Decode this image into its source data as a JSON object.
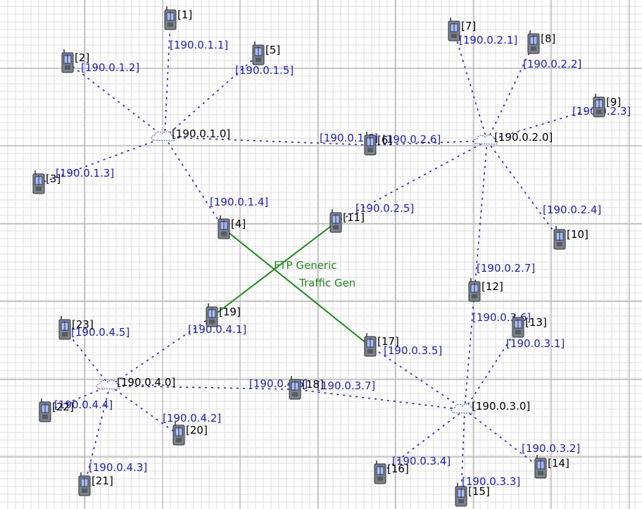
{
  "colors": {
    "background": "#ffffff",
    "grid_minor": "#dcdcdc",
    "grid_major": "#b8b8b8",
    "wireless_link": "#1c1cd6",
    "ip_label": "#1c1cd6",
    "traffic_link": "#1b8a1b",
    "node_label": "#000000"
  },
  "traffic": {
    "label_line1": "FTP Generic",
    "label_line2": "Traffic Gen",
    "flows": [
      {
        "from": "4",
        "to": "17"
      },
      {
        "from": "19",
        "to": "11"
      }
    ]
  },
  "networks": [
    {
      "id": "net1",
      "label": "[190.0.1.0]"
    },
    {
      "id": "net2",
      "label": "[190.0.2.0]"
    },
    {
      "id": "net3",
      "label": "[190.0.3.0]"
    },
    {
      "id": "net4",
      "label": "[190.0.4.0]"
    }
  ],
  "nodes": [
    {
      "id": "1",
      "label": "[1]"
    },
    {
      "id": "2",
      "label": "[2]"
    },
    {
      "id": "3",
      "label": "[3]"
    },
    {
      "id": "4",
      "label": "[4]"
    },
    {
      "id": "5",
      "label": "[5]"
    },
    {
      "id": "6",
      "label": "[6]"
    },
    {
      "id": "7",
      "label": "[7]"
    },
    {
      "id": "8",
      "label": "[8]"
    },
    {
      "id": "9",
      "label": "[9]"
    },
    {
      "id": "10",
      "label": "[10]"
    },
    {
      "id": "11",
      "label": "[11]"
    },
    {
      "id": "12",
      "label": "[12]"
    },
    {
      "id": "13",
      "label": "[13]"
    },
    {
      "id": "14",
      "label": "[14]"
    },
    {
      "id": "15",
      "label": "[15]"
    },
    {
      "id": "16",
      "label": "[16]"
    },
    {
      "id": "17",
      "label": "[17]"
    },
    {
      "id": "18",
      "label": "[18]"
    },
    {
      "id": "19",
      "label": "[19]"
    },
    {
      "id": "20",
      "label": "[20]"
    },
    {
      "id": "21",
      "label": "[21]"
    },
    {
      "id": "22",
      "label": "[22]"
    },
    {
      "id": "23",
      "label": "[23]"
    }
  ],
  "links": [
    {
      "net": "net1",
      "node": "1",
      "ip": "[190.0.1.1]"
    },
    {
      "net": "net1",
      "node": "2",
      "ip": "[190.0.1.2]"
    },
    {
      "net": "net1",
      "node": "3",
      "ip": "[190.0.1.3]"
    },
    {
      "net": "net1",
      "node": "4",
      "ip": "[190.0.1.4]"
    },
    {
      "net": "net1",
      "node": "5",
      "ip": "[190.0.1.5]"
    },
    {
      "net": "net1",
      "node": "6",
      "ip": "[190.0.1.6]"
    },
    {
      "net": "net2",
      "node": "7",
      "ip": "[190.0.2.1]"
    },
    {
      "net": "net2",
      "node": "8",
      "ip": "[190.0.2.2]"
    },
    {
      "net": "net2",
      "node": "9",
      "ip": "[190.0.2.3]"
    },
    {
      "net": "net2",
      "node": "10",
      "ip": "[190.0.2.4]"
    },
    {
      "net": "net2",
      "node": "11",
      "ip": "[190.0.2.5]"
    },
    {
      "net": "net2",
      "node": "6",
      "ip": "[190.0.2.6]"
    },
    {
      "net": "net2",
      "node": "12",
      "ip": "[190.0.2.7]"
    },
    {
      "net": "net3",
      "node": "13",
      "ip": "[190.0.3.1]"
    },
    {
      "net": "net3",
      "node": "14",
      "ip": "[190.0.3.2]"
    },
    {
      "net": "net3",
      "node": "15",
      "ip": "[190.0.3.3]"
    },
    {
      "net": "net3",
      "node": "16",
      "ip": "[190.0.3.4]"
    },
    {
      "net": "net3",
      "node": "17",
      "ip": "[190.0.3.5]"
    },
    {
      "net": "net3",
      "node": "12",
      "ip": "[190.0.3.6]"
    },
    {
      "net": "net3",
      "node": "18",
      "ip": "[190.0.3.7]"
    },
    {
      "net": "net4",
      "node": "19",
      "ip": "[190.0.4.1]"
    },
    {
      "net": "net4",
      "node": "20",
      "ip": "[190.0.4.2]"
    },
    {
      "net": "net4",
      "node": "21",
      "ip": "[190.0.4.3]"
    },
    {
      "net": "net4",
      "node": "22",
      "ip": "[190.0.4.4]"
    },
    {
      "net": "net4",
      "node": "23",
      "ip": "[190.0.4.5]"
    },
    {
      "net": "net4",
      "node": "18",
      "ip": "[190.0.4.6]"
    }
  ]
}
